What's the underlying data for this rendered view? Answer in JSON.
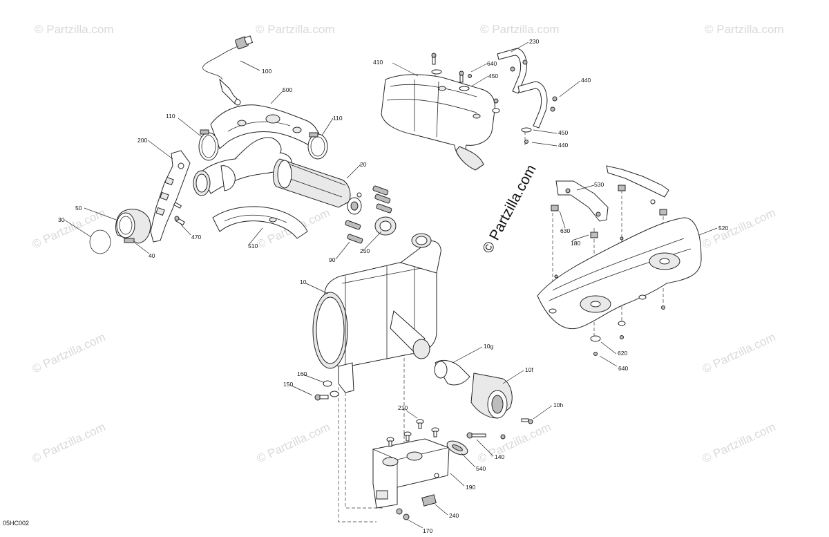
{
  "diagram_code": "05HC002",
  "watermark": {
    "main": "© Partzilla.com",
    "repeat": "© Partzilla.com"
  },
  "callouts": [
    {
      "id": "c100",
      "text": "100"
    },
    {
      "id": "c500",
      "text": "500"
    },
    {
      "id": "c110a",
      "text": "110"
    },
    {
      "id": "c110b",
      "text": "110"
    },
    {
      "id": "c200",
      "text": "200"
    },
    {
      "id": "c20",
      "text": "20"
    },
    {
      "id": "c50",
      "text": "50"
    },
    {
      "id": "c30",
      "text": "30"
    },
    {
      "id": "c470",
      "text": "470"
    },
    {
      "id": "c40",
      "text": "40"
    },
    {
      "id": "c510",
      "text": "510"
    },
    {
      "id": "c250",
      "text": "250"
    },
    {
      "id": "c90",
      "text": "90"
    },
    {
      "id": "c410",
      "text": "410"
    },
    {
      "id": "c640a",
      "text": "640"
    },
    {
      "id": "c450a",
      "text": "450"
    },
    {
      "id": "c230",
      "text": "230"
    },
    {
      "id": "c440a",
      "text": "440"
    },
    {
      "id": "c450b",
      "text": "450"
    },
    {
      "id": "c440b",
      "text": "440"
    },
    {
      "id": "c530",
      "text": "530"
    },
    {
      "id": "c630",
      "text": "630"
    },
    {
      "id": "c180",
      "text": "180"
    },
    {
      "id": "c520",
      "text": "520"
    },
    {
      "id": "c620",
      "text": "620"
    },
    {
      "id": "c640b",
      "text": "640"
    },
    {
      "id": "c10",
      "text": "10"
    },
    {
      "id": "c10g",
      "text": "10g"
    },
    {
      "id": "c10f",
      "text": "10f"
    },
    {
      "id": "c10h",
      "text": "10h"
    },
    {
      "id": "c160",
      "text": "160"
    },
    {
      "id": "c150",
      "text": "150"
    },
    {
      "id": "c210",
      "text": "210"
    },
    {
      "id": "c140",
      "text": "140"
    },
    {
      "id": "c540",
      "text": "540"
    },
    {
      "id": "c190",
      "text": "190"
    },
    {
      "id": "c240",
      "text": "240"
    },
    {
      "id": "c170",
      "text": "170"
    }
  ]
}
